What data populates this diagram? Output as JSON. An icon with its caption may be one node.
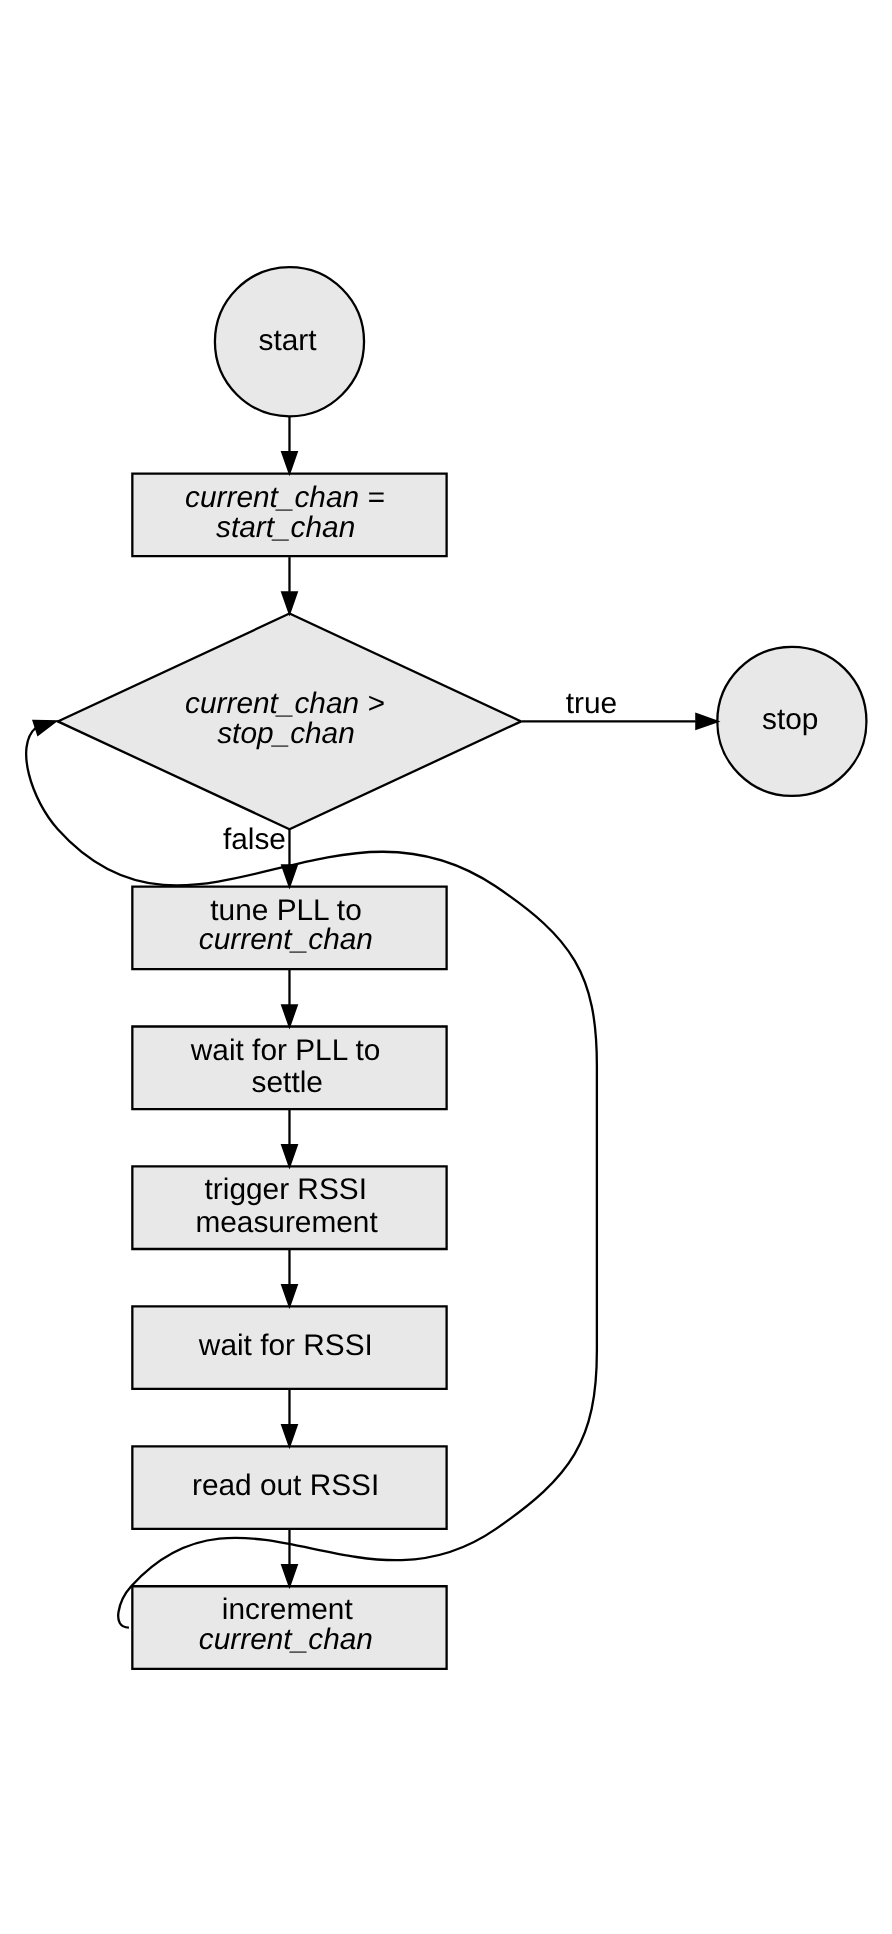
{
  "diagram": {
    "nodes": [
      {
        "text": [
          "start"
        ]
      },
      {
        "text": [
          "current_chan = start_chan"
        ]
      },
      {
        "text": [
          "current_chan > stop_chan"
        ]
      },
      {
        "text": [
          "stop"
        ]
      },
      {
        "text": [
          "tune PLL to *current_chan*"
        ]
      },
      {
        "text": [
          "wait for PLL to settle"
        ]
      },
      {
        "text": [
          "trigger RSSI measurement"
        ]
      },
      {
        "text": [
          "wait for RSSI"
        ]
      },
      {
        "text": [
          "read out RSSI"
        ]
      },
      {
        "text": [
          "increment *current_chan*"
        ]
      }
    ],
    "edges": [
      {
        "from": 0,
        "to": 1,
        "arrow": "to"
      },
      {
        "from": 1,
        "to": 2,
        "arrow": "to"
      },
      {
        "from": 2,
        "to": 3,
        "arrow": "to",
        "label": "true"
      },
      {
        "from": 2,
        "to": 4,
        "arrow": "to",
        "label": "false"
      },
      {
        "from": 4,
        "to": 5,
        "arrow": "to"
      },
      {
        "from": 5,
        "to": 6,
        "arrow": "to"
      },
      {
        "from": 6,
        "to": 7,
        "arrow": "to"
      },
      {
        "from": 7,
        "to": 8,
        "arrow": "to"
      },
      {
        "from": 8,
        "to": 9,
        "arrow": "to"
      },
      {
        "from": 9,
        "to": 2,
        "arrow": "to"
      }
    ]
  }
}
